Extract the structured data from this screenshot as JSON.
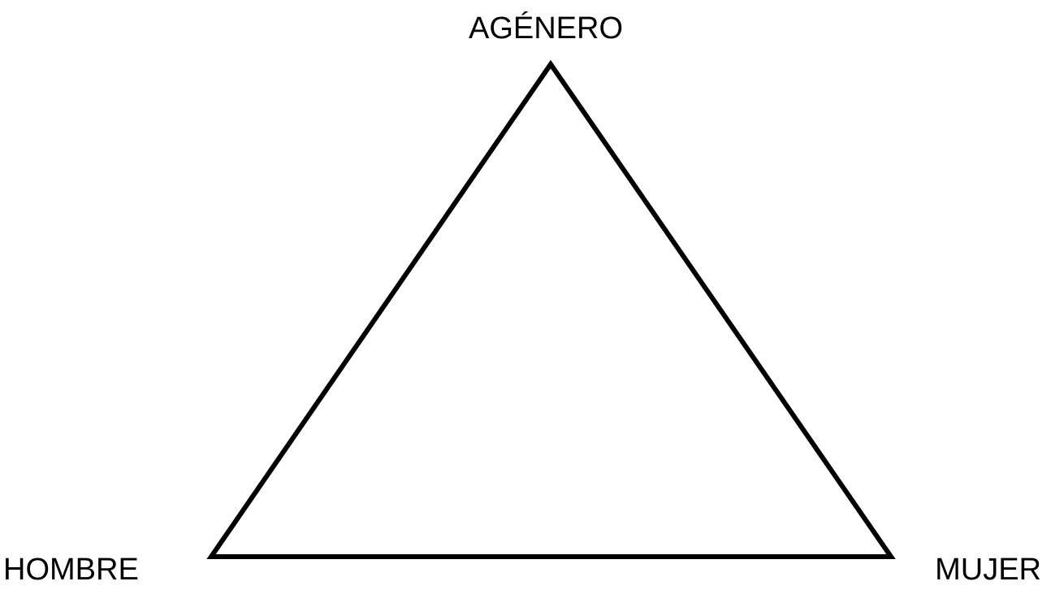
{
  "diagram": {
    "vertices": {
      "top": "AGÉNERO",
      "bottom_left": "HOMBRE",
      "bottom_right": "MUJER"
    },
    "stroke_color": "#000000",
    "text_color": "#000000",
    "background": "#ffffff"
  }
}
